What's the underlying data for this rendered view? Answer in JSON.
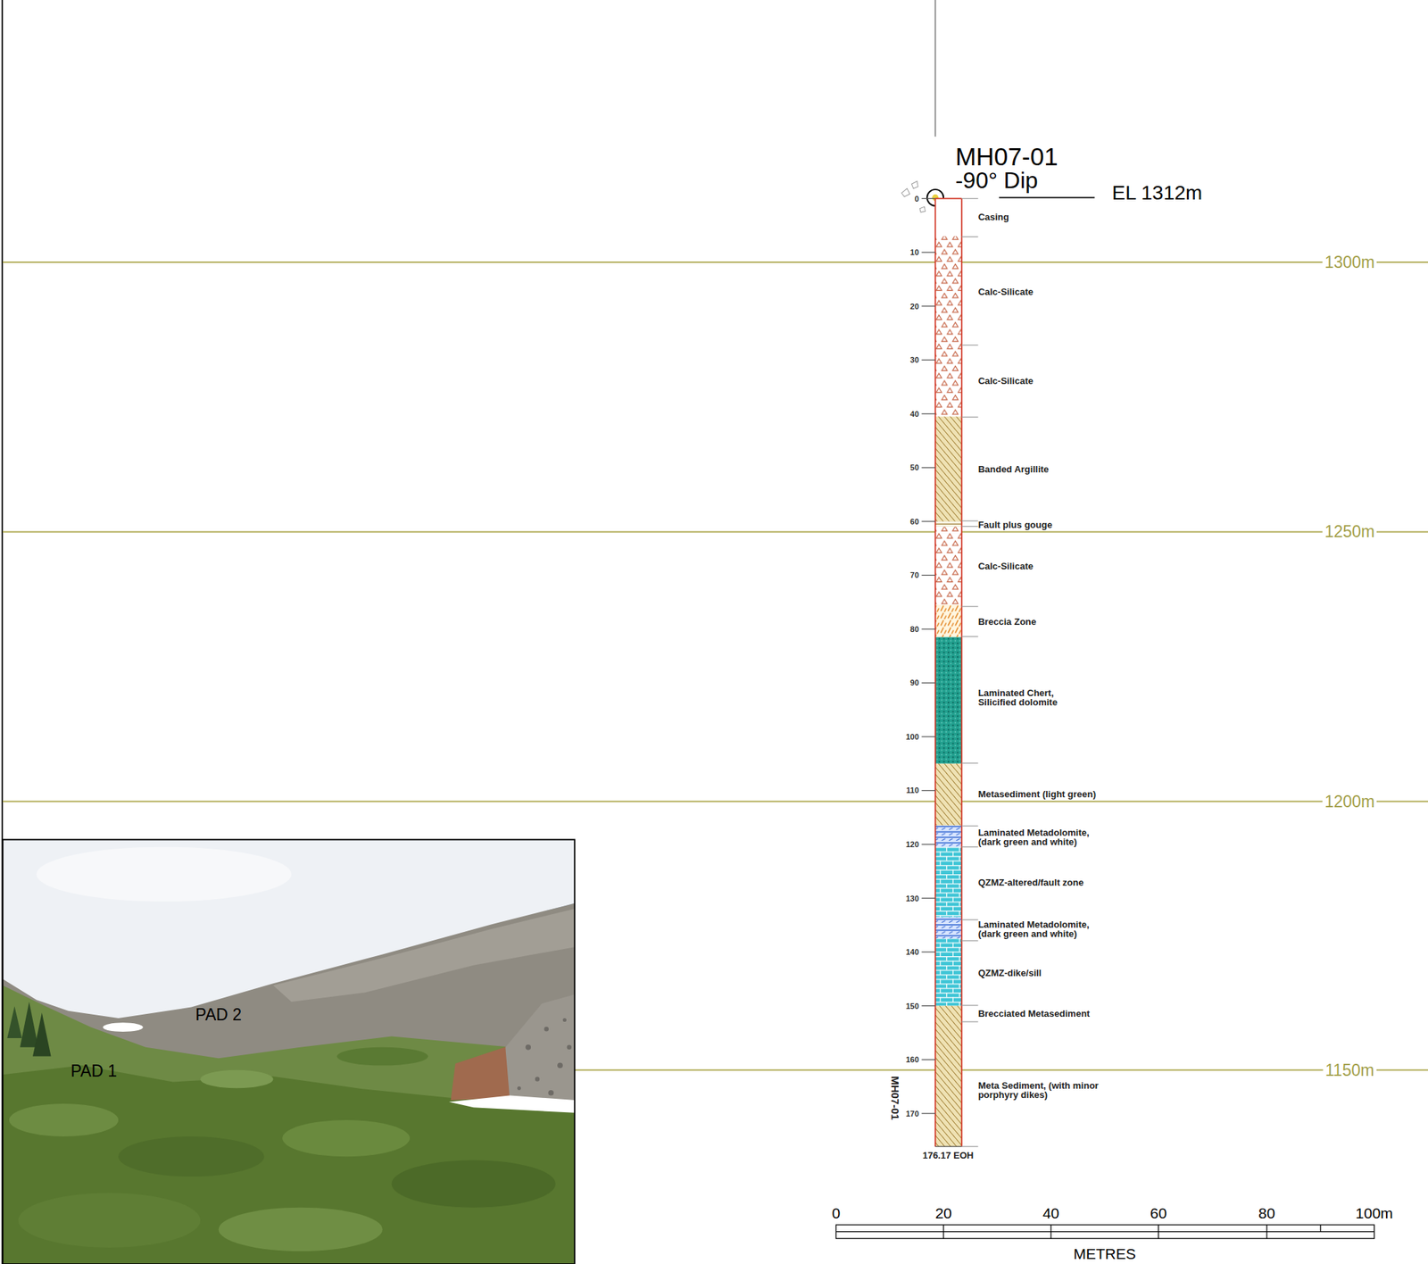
{
  "diagram": {
    "labels": [
      "MH07-01",
      "-90° Dip",
      "EL 1312m",
      "1300m",
      "1250m",
      "1200m",
      "1150m",
      "0",
      "10",
      "20",
      "30",
      "40",
      "50",
      "60",
      "70",
      "80",
      "90",
      "100",
      "110",
      "120",
      "130",
      "140",
      "150",
      "160",
      "170",
      "Casing",
      "Calc-Silicate",
      "Calc-Silicate",
      "Banded Argillite",
      "Fault plus gouge",
      "Calc-Silicate",
      "Breccia Zone",
      "Laminated Chert, Silicified dolomite",
      "Metasediment (light green)",
      "Laminated Metadolomite, (dark green and white)",
      "QZMZ-altered/fault zone",
      "Laminated Metadolomite, (dark green and white)",
      "QZMZ-dike/sill",
      "Brecciated Metasediment",
      "Meta Sediment, (with minor porphyry dikes)",
      "176.17 EOH",
      "MH07-01",
      "PAD 2",
      "PAD 1",
      "0",
      "20",
      "40",
      "60",
      "80",
      "100m",
      "METRES"
    ]
  }
}
